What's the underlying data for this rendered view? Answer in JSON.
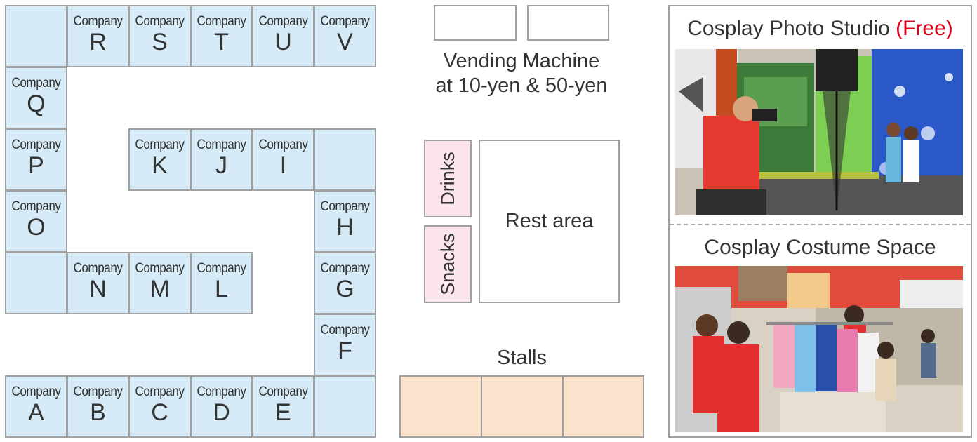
{
  "booths": [
    {
      "id": "blank1",
      "company": "",
      "letter": ""
    },
    {
      "id": "R",
      "company": "Company",
      "letter": "R"
    },
    {
      "id": "S",
      "company": "Company",
      "letter": "S"
    },
    {
      "id": "T",
      "company": "Company",
      "letter": "T"
    },
    {
      "id": "U",
      "company": "Company",
      "letter": "U"
    },
    {
      "id": "V",
      "company": "Company",
      "letter": "V"
    },
    {
      "id": "Q",
      "company": "Company",
      "letter": "Q"
    },
    {
      "id": "P",
      "company": "Company",
      "letter": "P"
    },
    {
      "id": "K",
      "company": "Company",
      "letter": "K"
    },
    {
      "id": "J",
      "company": "Company",
      "letter": "J"
    },
    {
      "id": "I",
      "company": "Company",
      "letter": "I"
    },
    {
      "id": "blank2",
      "company": "",
      "letter": ""
    },
    {
      "id": "O",
      "company": "Company",
      "letter": "O"
    },
    {
      "id": "H",
      "company": "Company",
      "letter": "H"
    },
    {
      "id": "blank3",
      "company": "",
      "letter": ""
    },
    {
      "id": "N",
      "company": "Company",
      "letter": "N"
    },
    {
      "id": "M",
      "company": "Company",
      "letter": "M"
    },
    {
      "id": "L",
      "company": "Company",
      "letter": "L"
    },
    {
      "id": "G",
      "company": "Company",
      "letter": "G"
    },
    {
      "id": "F",
      "company": "Company",
      "letter": "F"
    },
    {
      "id": "A",
      "company": "Company",
      "letter": "A"
    },
    {
      "id": "B",
      "company": "Company",
      "letter": "B"
    },
    {
      "id": "C",
      "company": "Company",
      "letter": "C"
    },
    {
      "id": "D",
      "company": "Company",
      "letter": "D"
    },
    {
      "id": "E",
      "company": "Company",
      "letter": "E"
    },
    {
      "id": "blank4",
      "company": "",
      "letter": ""
    }
  ],
  "vending": {
    "line1": "Vending Machine",
    "line2": "at 10-yen & 50-yen"
  },
  "drinks": "Drinks",
  "snacks": "Snacks",
  "rest_area": "Rest area",
  "stalls": "Stalls",
  "studio": {
    "title": "Cosplay Photo Studio",
    "free": "(Free)"
  },
  "costume": {
    "title": "Cosplay Costume Space"
  },
  "colors": {
    "booth": "#d6ebf7",
    "side": "#fbe5ea",
    "stall": "#fbe2cc",
    "free": "#e0001b",
    "border": "#a0a0a0"
  }
}
